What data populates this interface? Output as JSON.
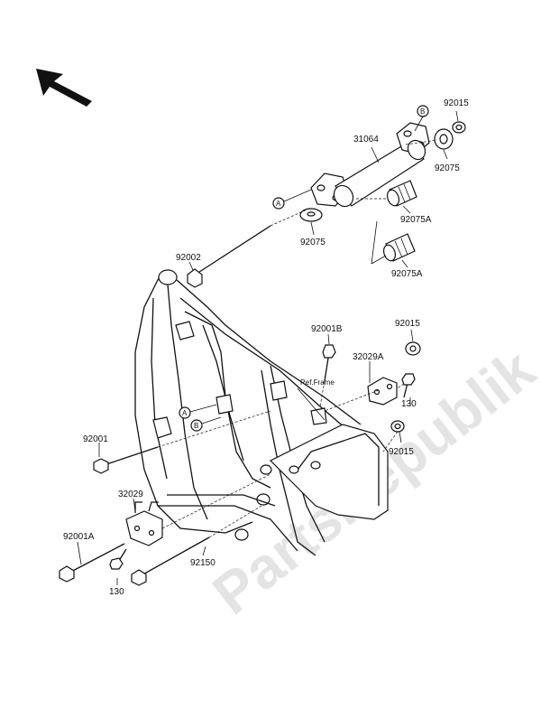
{
  "watermark": "PartsRepublik",
  "ref_frame": "Ref.Frame",
  "circle_labels": {
    "a": "A",
    "b": "B"
  },
  "parts": {
    "p31064": "31064",
    "p92015_top": "92015",
    "p92075_right": "92075",
    "p92075A_upper": "92075A",
    "p92075_lower": "92075",
    "p92075A_lower": "92075A",
    "p92002": "92002",
    "p92001B": "92001B",
    "p92015_mid": "92015",
    "p32029A": "32029A",
    "p130_right": "130",
    "p92015_low": "92015",
    "p92001": "92001",
    "p32029": "32029",
    "p92001A": "92001A",
    "p130_left": "130",
    "p92150": "92150"
  },
  "colors": {
    "ink": "#111111",
    "watermark": "#cfcfcf",
    "background": "#ffffff"
  }
}
